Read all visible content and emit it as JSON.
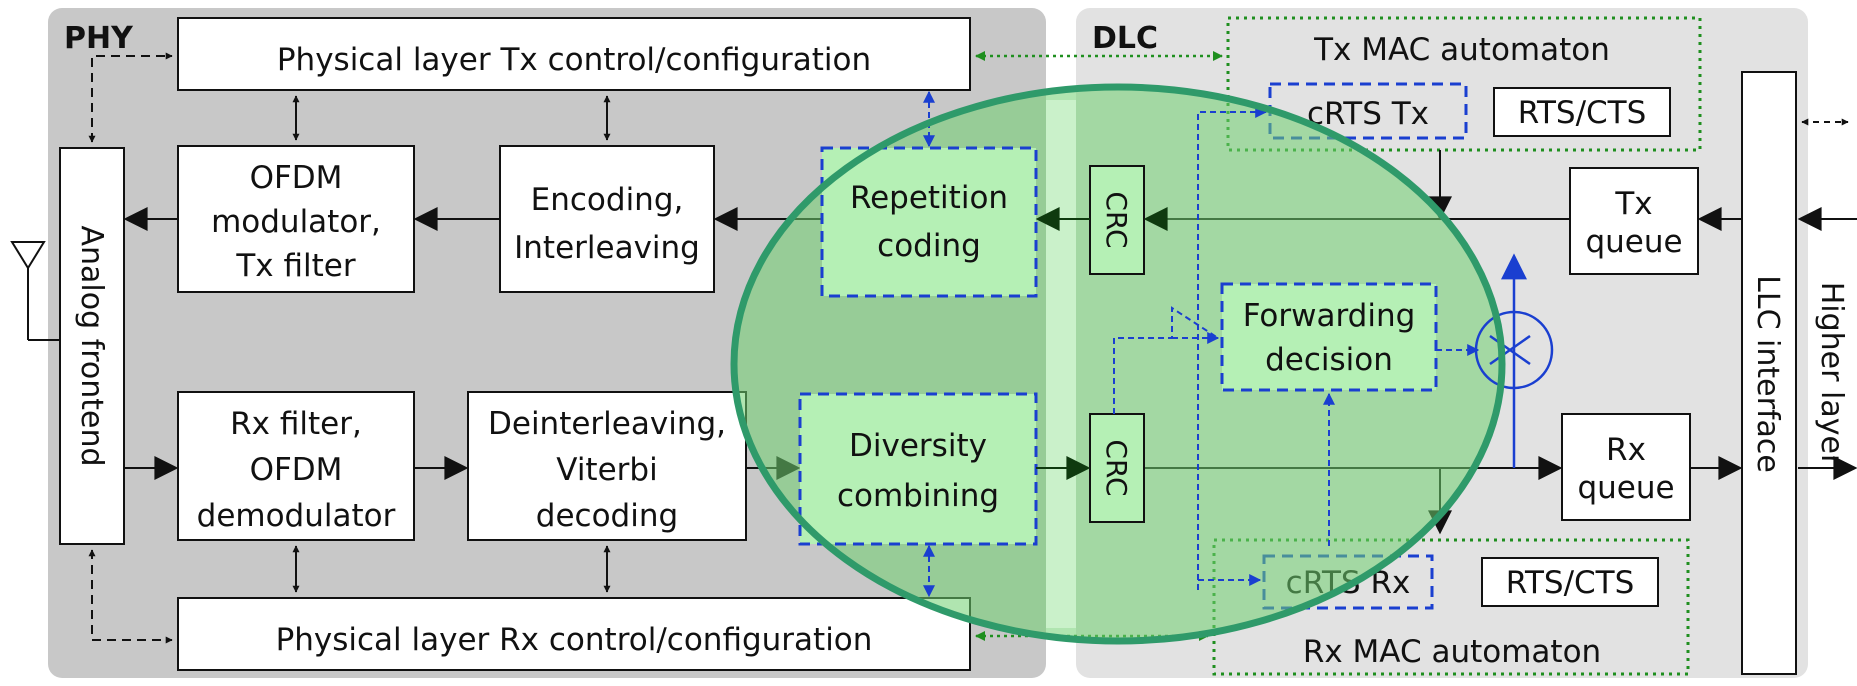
{
  "colors": {
    "phy_panel": "#c8c8c8",
    "dlc_panel": "#e2e2e2",
    "box_border": "#222222",
    "dashed_blue": "#1a3fd0",
    "dotted_green": "#1f8f1f",
    "arrow_blue": "#1a3fd0",
    "ellipse_fill": "#6fd06f",
    "ellipse_stroke": "#2f9a6a"
  },
  "sections": {
    "phy_label": "PHY",
    "dlc_label": "DLC"
  },
  "blocks": {
    "phy_tx_control": "Physical layer Tx control/configuration",
    "phy_rx_control": "Physical layer Rx control/configuration",
    "analog_frontend": "Analog frontend",
    "ofdm_mod_l1": "OFDM",
    "ofdm_mod_l2": "modulator,",
    "ofdm_mod_l3": "Tx filter",
    "encoding_l1": "Encoding,",
    "encoding_l2": "Interleaving",
    "repetition_l1": "Repetition",
    "repetition_l2": "coding",
    "crc_tx": "CRC",
    "rx_filter_l1": "Rx filter,",
    "rx_filter_l2": "OFDM",
    "rx_filter_l3": "demodulator",
    "deint_l1": "Deinterleaving,",
    "deint_l2": "Viterbi",
    "deint_l3": "decoding",
    "diversity_l1": "Diversity",
    "diversity_l2": "combining",
    "crc_rx": "CRC",
    "tx_mac": "Tx MAC automaton",
    "crts_tx": "cRTS Tx",
    "rts_cts_tx": "RTS/CTS",
    "tx_queue_l1": "Tx",
    "tx_queue_l2": "queue",
    "forwarding_l1": "Forwarding",
    "forwarding_l2": "decision",
    "rx_queue_l1": "Rx",
    "rx_queue_l2": "queue",
    "rx_mac": "Rx MAC automaton",
    "crts_rx": "cRTS Rx",
    "rts_cts_rx": "RTS/CTS",
    "llc_interface": "LLC interface",
    "higher_layer": "Higher layer"
  }
}
